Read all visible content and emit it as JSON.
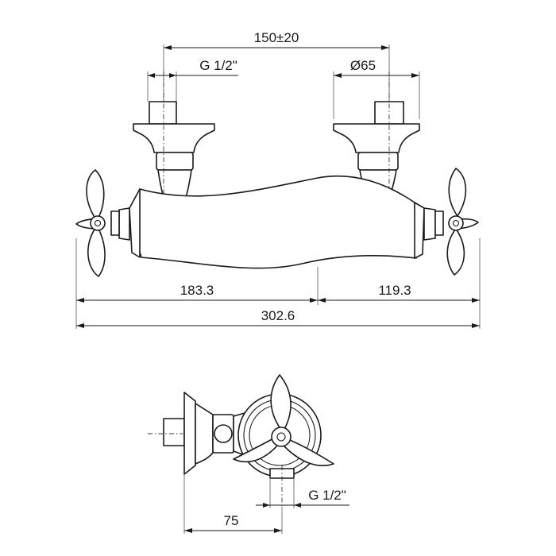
{
  "dimensions": {
    "inlet_spacing": "150±20",
    "left_inlet_thread": "G 1/2\"",
    "escutcheon_diameter": "Ø65",
    "left_length": "183.3",
    "right_length": "119.3",
    "total_length": "302.6",
    "depth": "75",
    "outlet_thread": "G 1/2\""
  }
}
